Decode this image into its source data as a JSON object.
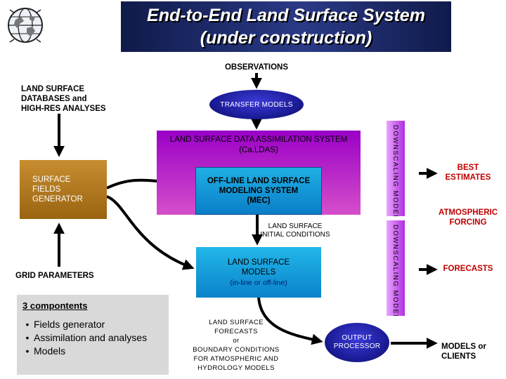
{
  "title": {
    "line1": "End-to-End Land Surface System",
    "line2": "(under construction)"
  },
  "logo_icon": "globe-logo-icon",
  "nodes": {
    "observations": "OBSERVATIONS",
    "databases": [
      "LAND SURFACE",
      "DATABASES and",
      "HIGH-RES ANALYSES"
    ],
    "transfer_models": "TRANSFER MODELS",
    "ldas": [
      "LAND SURFACE DATA ASSIMILATION SYSTEM",
      "(Ca.LDAS)"
    ],
    "mec": [
      "OFF-LINE LAND SURFACE",
      "MODELING SYSTEM",
      "(MEC)"
    ],
    "surface_fields_generator": [
      "SURFACE",
      "FIELDS",
      "GENERATOR"
    ],
    "initial_conditions": [
      "LAND SURFACE",
      "INITIAL CONDITIONS"
    ],
    "land_surface_models": [
      "LAND SURFACE",
      "MODELS"
    ],
    "land_surface_models_sub": "(in-line or off-line)",
    "grid_parameters": "GRID PARAMETERS",
    "forecasts_boundary": [
      "LAND SURFACE",
      "FORECASTS",
      "or",
      "BOUNDARY CONDITIONS",
      "FOR ATMOSPHERIC AND",
      "HYDROLOGY MODELS"
    ],
    "output_processor": [
      "OUTPUT",
      "PROCESSOR"
    ],
    "downscaling_top": "DOWNSCALING MODELS",
    "downscaling_bottom": "DOWNSCALING MODELS"
  },
  "outputs": {
    "best_estimates": [
      "BEST",
      "ESTIMATES"
    ],
    "atmospheric_forcing": [
      "ATMOSPHERIC",
      "FORCING"
    ],
    "forecasts": "FORECASTS",
    "models_or_clients": [
      "MODELS or",
      "CLIENTS"
    ]
  },
  "components": {
    "title": "3 compontents",
    "items": [
      "Fields generator",
      "Assimilation and analyses",
      "Models"
    ]
  },
  "colors": {
    "title_bg": "#1b2567",
    "ldas_purple": "#b82bd0",
    "model_blue": "#1597d8",
    "generator_brown": "#b37a20",
    "output_red": "#c00000",
    "ellipse_blue": "#1d1d9a"
  }
}
